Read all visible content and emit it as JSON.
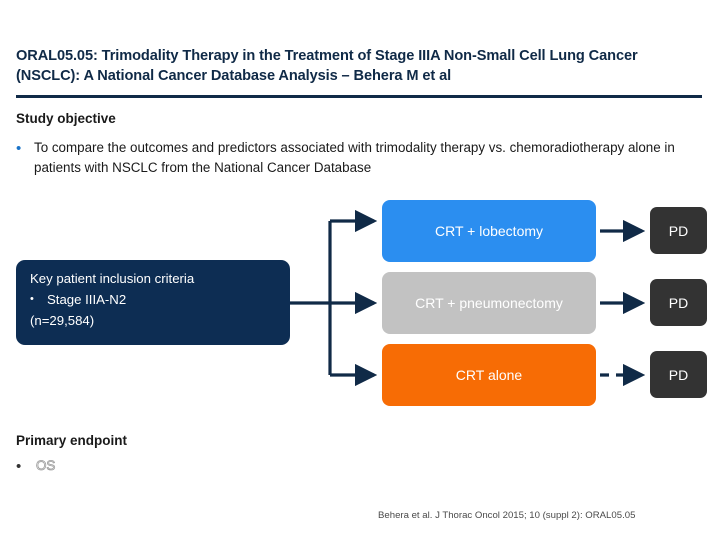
{
  "slide": {
    "title": "ORAL05.05: Trimodality Therapy in the Treatment of Stage IIIA Non-Small Cell Lung Cancer (NSCLC): A National Cancer Database Analysis – Behera M et al",
    "citation": "Behera et al. J Thorac Oncol 2015; 10 (suppl 2): ORAL05.05"
  },
  "study_objective": {
    "heading": "Study objective",
    "bullet_marker": "•",
    "text": "To compare the outcomes and predictors associated with trimodality therapy vs. chemoradiotherapy alone in patients with NSCLC from the National Cancer Database"
  },
  "criteria": {
    "heading": "Key patient inclusion criteria",
    "bullet_marker": "•",
    "bullet": "Stage IIIA-N2",
    "n_value": "(n=29,584)"
  },
  "arms": [
    {
      "label": "CRT + lobectomy",
      "color": "#2b8ef0",
      "outcome": "PD",
      "arrow": "solid"
    },
    {
      "label": "CRT + pneumonectomy",
      "color": "#c2c2c2",
      "outcome": "PD",
      "arrow": "solid"
    },
    {
      "label": "CRT alone",
      "color": "#f76c05",
      "outcome": "PD",
      "arrow": "dashed"
    }
  ],
  "primary_endpoint": {
    "heading": "Primary endpoint",
    "bullet_marker": "•",
    "value": "OS"
  },
  "colors": {
    "navy": "#0d2d53",
    "title_navy": "#102a47",
    "connector": "#102a47",
    "pd_dark": "#333333"
  }
}
